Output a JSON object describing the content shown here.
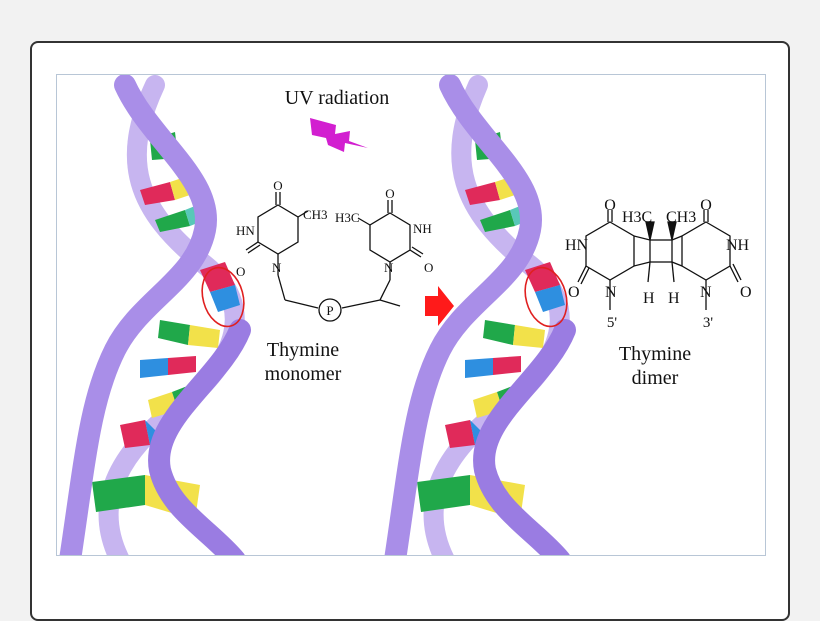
{
  "labels": {
    "uv": "UV radiation",
    "monomer_line1": "Thymine",
    "monomer_line2": "monomer",
    "dimer_line1": "Thymine",
    "dimer_line2": "dimer"
  },
  "monomer_chem": {
    "methyl": "CH3",
    "nh": "HN",
    "o_top": "O",
    "o_bottom": "O",
    "n": "N",
    "phosphate": "P",
    "h3c_second": "H3C",
    "nh_second": "NH",
    "n_second": "N",
    "o_top_second": "O",
    "o_bottom_second": "O"
  },
  "dimer_chem": {
    "h3c": "H3C",
    "ch3": "CH3",
    "hn": "HN",
    "nh": "NH",
    "o_top_left": "O",
    "o_top_right": "O",
    "o_mid_left": "O",
    "o_mid_right": "O",
    "n_left": "N",
    "n_right": "N",
    "h_left": "H",
    "h_right": "H",
    "five_prime": "5'",
    "three_prime": "3'"
  },
  "colors": {
    "backbone": "#a98ee8",
    "backbone_dark": "#7d5fd0",
    "lightning": "#d21fd0",
    "arrow": "#ff1a1a",
    "highlight_circle": "#e02020",
    "base_green": "#20a84a",
    "base_yellow": "#f2e14a",
    "base_blue": "#2e8fe0",
    "base_red": "#e02a5a",
    "base_teal": "#58c8b8"
  }
}
